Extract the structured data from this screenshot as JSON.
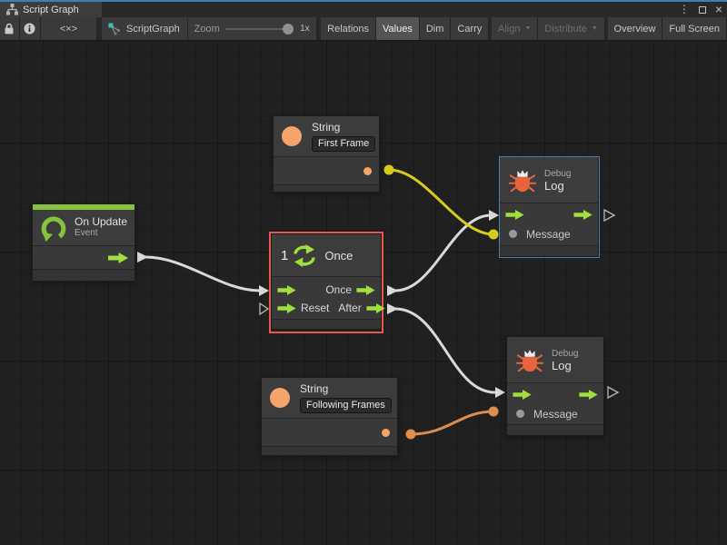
{
  "window": {
    "tab": "Script Graph",
    "controls": {
      "more": "⋮",
      "close": "×"
    }
  },
  "toolbar": {
    "code_toggle": "<×>",
    "graph_name": "ScriptGraph",
    "zoom_label": "Zoom",
    "zoom_value": "1x",
    "relations": "Relations",
    "values": "Values",
    "dim": "Dim",
    "carry": "Carry",
    "align": "Align",
    "distribute": "Distribute",
    "overview": "Overview",
    "full_screen": "Full Screen"
  },
  "nodes": {
    "string_first": {
      "title": "String",
      "value": "First Frame"
    },
    "on_update": {
      "title": "On Update",
      "subtitle": "Event"
    },
    "once": {
      "count": "1",
      "title": "Once",
      "out_once": "Once",
      "in_reset": "Reset",
      "out_after": "After"
    },
    "debug_top": {
      "kind": "Debug",
      "title": "Log",
      "message_label": "Message"
    },
    "debug_bottom": {
      "kind": "Debug",
      "title": "Log",
      "message_label": "Message"
    },
    "string_following": {
      "title": "String",
      "value": "Following Frames"
    }
  },
  "colors": {
    "focus_blue": "#3f7cba",
    "selection_red": "#e8564d",
    "selection_blue": "#4a7fae",
    "flow_green": "#a0e03d",
    "event_green": "#87c23e",
    "value_orange": "#f6a469",
    "bug_orange": "#e8643c",
    "wire_white": "#d9d9d9",
    "wire_yellow": "#d8cb1e",
    "wire_orange": "#dd8e4e",
    "canvas_bg": "#202020"
  }
}
